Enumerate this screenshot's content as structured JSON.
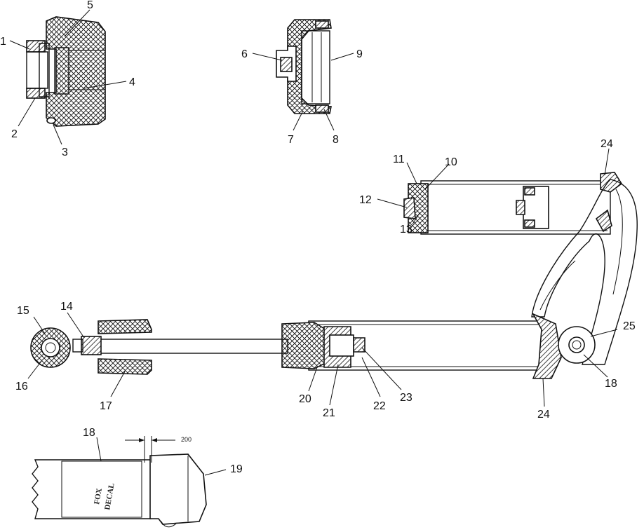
{
  "callouts": [
    "1",
    "2",
    "3",
    "4",
    "5",
    "6",
    "7",
    "8",
    "9",
    "10",
    "11",
    "12",
    "13",
    "14",
    "15",
    "16",
    "17",
    "18",
    "18",
    "19",
    "20",
    "21",
    "22",
    "23",
    "24",
    "24",
    "25"
  ],
  "dimension": "200",
  "decal_text": [
    "FOX",
    "DECAL"
  ]
}
